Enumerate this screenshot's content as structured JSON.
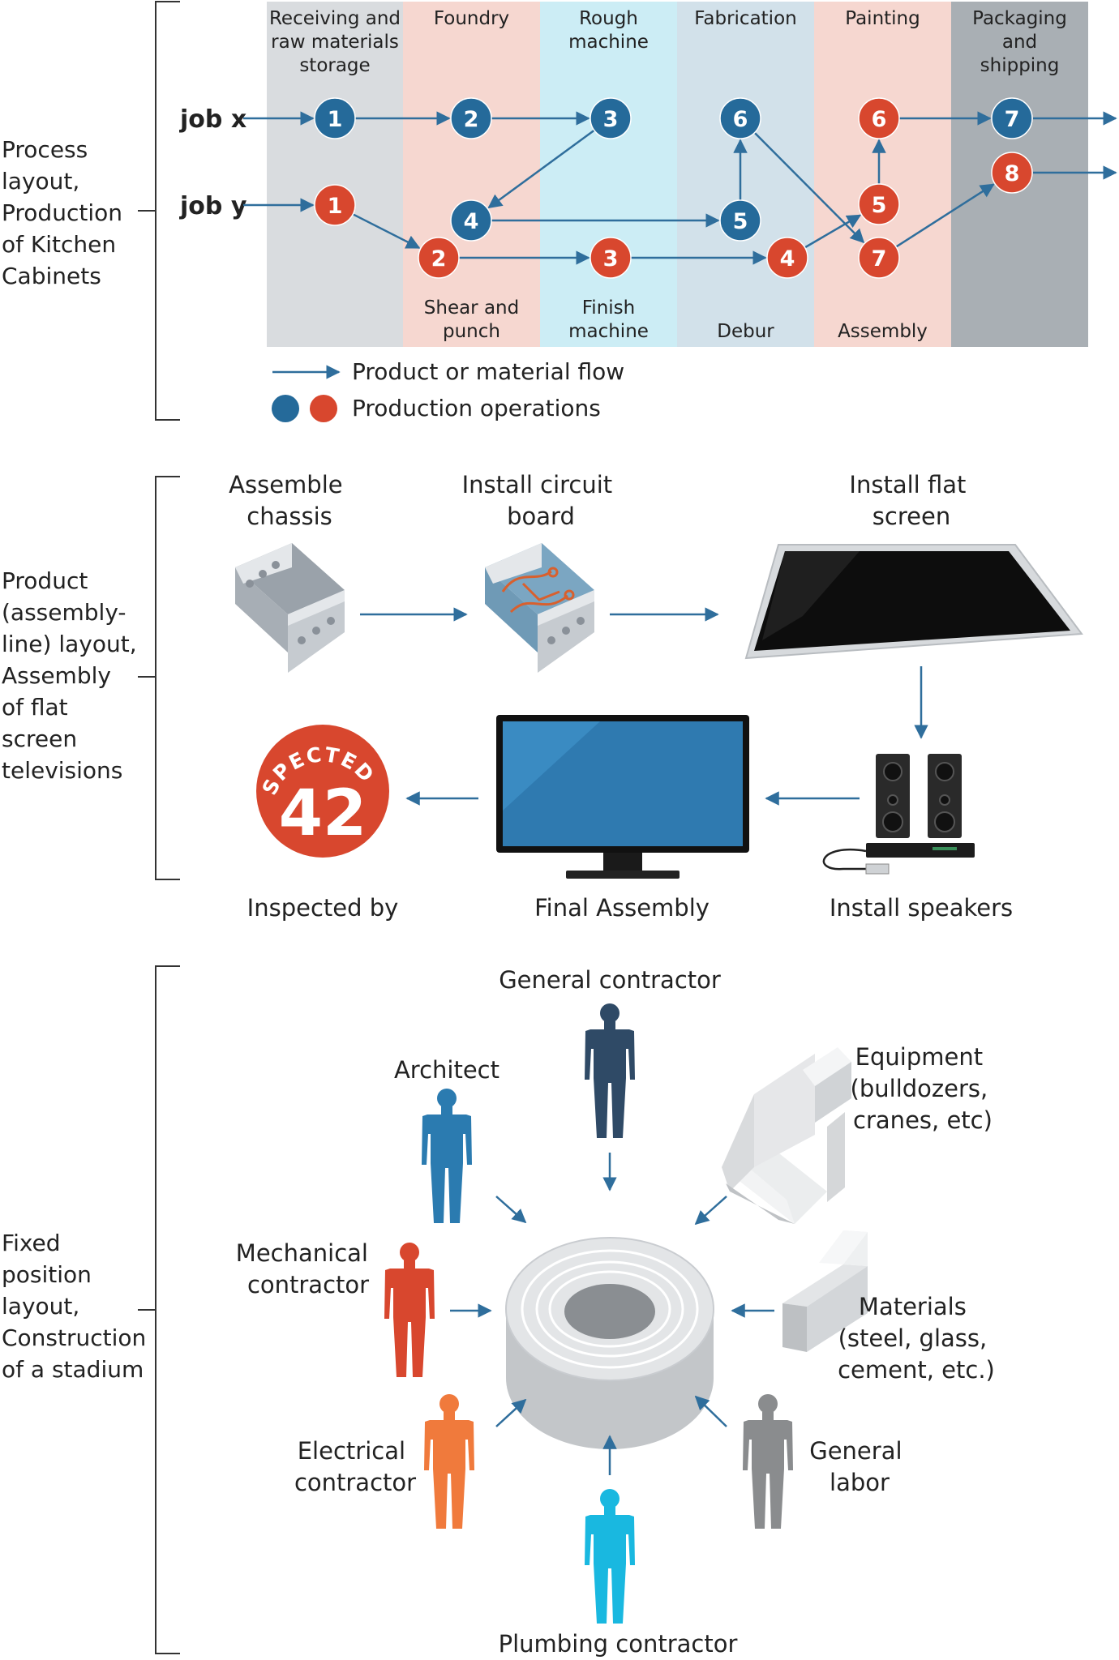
{
  "colors": {
    "blue_op": "#256a9a",
    "red_op": "#d8472e",
    "flow": "#2f6e9c",
    "dept_gray": "#d9dcdf",
    "dept_pink": "#f6d7d0",
    "dept_cyan": "#ccedf5",
    "dept_lightblue": "#d2e1ea",
    "dept_darkgray": "#a9afb4"
  },
  "process": {
    "side_label": [
      "Process",
      "layout,",
      "Production",
      "of Kitchen",
      "Cabinets"
    ],
    "job_x": "job x",
    "job_y": "job y",
    "departments_top": [
      [
        "Receiving and",
        "raw materials",
        "storage"
      ],
      [
        "Foundry"
      ],
      [
        "Rough",
        "machine"
      ],
      [
        "Fabrication"
      ],
      [
        "Painting"
      ],
      [
        "Packaging",
        "and",
        "shipping"
      ]
    ],
    "departments_bottom": [
      [],
      [
        "Shear and",
        "punch"
      ],
      [
        "Finish",
        "machine"
      ],
      [
        "Debur"
      ],
      [
        "Assembly"
      ],
      []
    ],
    "job_x_ops": [
      "1",
      "2",
      "3",
      "4",
      "5",
      "6",
      "7"
    ],
    "job_y_ops": [
      "1",
      "2",
      "3",
      "4",
      "5",
      "6",
      "7",
      "8"
    ],
    "legend": {
      "flow": "Product or material flow",
      "ops": "Production operations"
    }
  },
  "product": {
    "side_label": [
      "Product",
      "(assembly-",
      "line) layout,",
      "Assembly",
      "of flat",
      "screen",
      "televisions"
    ],
    "steps": {
      "chassis": [
        "Assemble",
        "chassis"
      ],
      "circuit": [
        "Install circuit",
        "board"
      ],
      "screen": [
        "Install flat",
        "screen"
      ],
      "speakers": [
        "Install speakers"
      ],
      "final": [
        "Final Assembly"
      ],
      "inspected": [
        "Inspected by"
      ]
    },
    "badge": {
      "arc_text": "INSPECTED BY",
      "number": "42"
    }
  },
  "fixed": {
    "side_label": [
      "Fixed",
      "position",
      "layout,",
      "Construction",
      "of a stadium"
    ],
    "general_contractor": [
      "General contractor"
    ],
    "architect": [
      "Architect"
    ],
    "equipment": [
      "Equipment",
      "(bulldozers,",
      "cranes, etc)"
    ],
    "mechanical": [
      "Mechanical",
      "contractor"
    ],
    "materials": [
      "Materials",
      "(steel, glass,",
      "cement, etc.)"
    ],
    "electrical": [
      "Electrical",
      "contractor"
    ],
    "general_labor": [
      "General",
      "labor"
    ],
    "plumbing": [
      "Plumbing contractor"
    ],
    "person_colors": {
      "general_contractor": "#2f4a66",
      "architect": "#2b7bb0",
      "mechanical": "#d8472e",
      "electrical": "#f07a3c",
      "general_labor": "#8a8c8e",
      "plumbing": "#19b8e0"
    }
  }
}
